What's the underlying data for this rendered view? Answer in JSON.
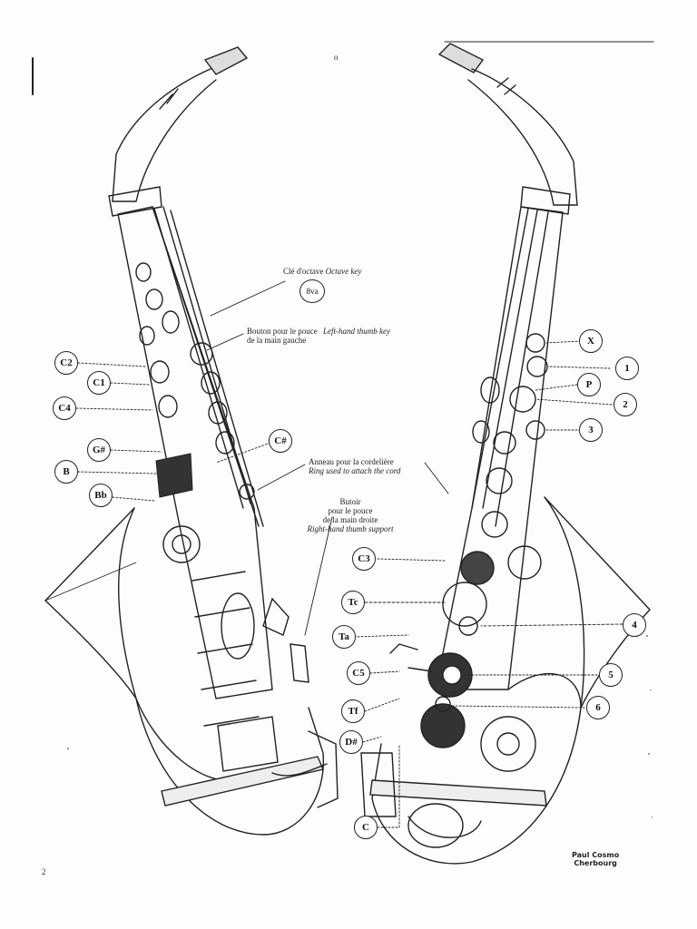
{
  "labels": {
    "octave_fr": "Clé d'octave",
    "octave_en": "Octave key",
    "octave_mark": "8va",
    "thumb_fr1": "Bouton pour le pouce",
    "thumb_fr2": "de la main gauche",
    "thumb_en": "Left-hand thumb key",
    "ring_fr": "Anneau pour la cordelière",
    "ring_en": "Ring used to attach the cord",
    "rt_fr1": "Butoir",
    "rt_fr2": "pour le pouce",
    "rt_fr3": "de la main droite",
    "rt_en": "Right-hand thumb support"
  },
  "keys_left": [
    "C2",
    "C1",
    "C4",
    "G#",
    "B",
    "Bb",
    "C#"
  ],
  "keys_right": [
    "X",
    "1",
    "P",
    "2",
    "3",
    "C3",
    "Tc",
    "4",
    "Ta",
    "C5",
    "5",
    "Tf",
    "6",
    "D#",
    "C"
  ],
  "signature": {
    "line1": "Paul Cosmo",
    "line2": "Cherbourg"
  },
  "page_number": "2",
  "top_mark": "o"
}
